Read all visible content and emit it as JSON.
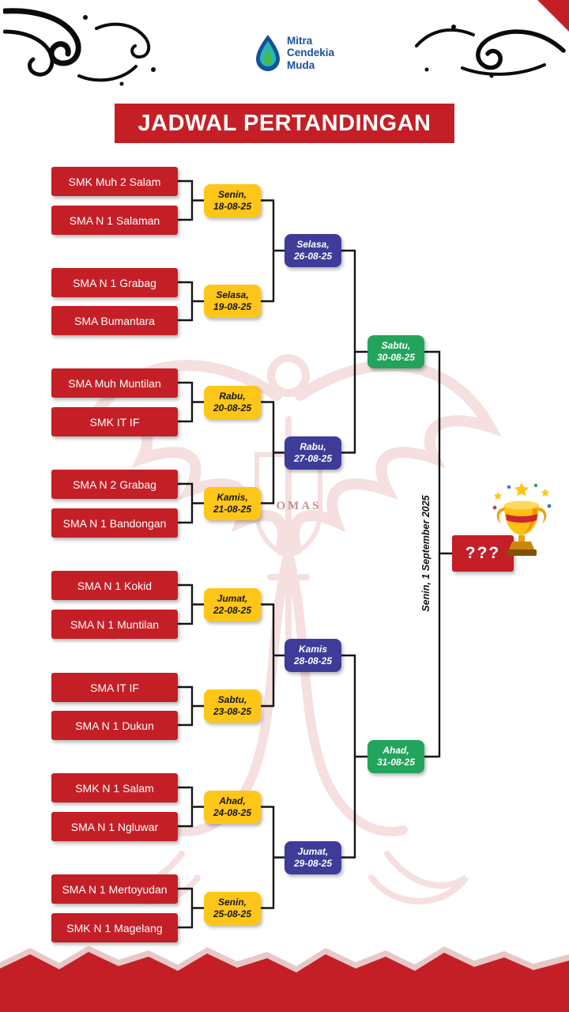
{
  "header": {
    "logo": {
      "line1": "Mitra",
      "line2": "Cendekia",
      "line3": "Muda"
    },
    "title": "JADWAL PERTANDINGAN"
  },
  "bracket": {
    "round1": [
      {
        "team1": "SMK Muh 2 Salam",
        "team2": "SMA N 1 Salaman",
        "day": "Senin,",
        "date": "18-08-25"
      },
      {
        "team1": "SMA N 1 Grabag",
        "team2": "SMA Bumantara",
        "day": "Selasa,",
        "date": "19-08-25"
      },
      {
        "team1": "SMA Muh Muntilan",
        "team2": "SMK IT IF",
        "day": "Rabu,",
        "date": "20-08-25"
      },
      {
        "team1": "SMA N 2 Grabag",
        "team2": "SMA N 1 Bandongan",
        "day": "Kamis,",
        "date": "21-08-25"
      },
      {
        "team1": "SMA N 1 Kokid",
        "team2": "SMA N 1 Muntilan",
        "day": "Jumat,",
        "date": "22-08-25"
      },
      {
        "team1": "SMA IT IF",
        "team2": "SMA N 1 Dukun",
        "day": "Sabtu,",
        "date": "23-08-25"
      },
      {
        "team1": "SMK N 1 Salam",
        "team2": "SMA N 1 Ngluwar",
        "day": "Ahad,",
        "date": "24-08-25"
      },
      {
        "team1": "SMA N 1 Mertoyudan",
        "team2": "SMK N 1 Magelang",
        "day": "Senin,",
        "date": "25-08-25"
      }
    ],
    "round2": [
      {
        "day": "Selasa,",
        "date": "26-08-25"
      },
      {
        "day": "Rabu,",
        "date": "27-08-25"
      },
      {
        "day": "Kamis",
        "date": "28-08-25"
      },
      {
        "day": "Jumat,",
        "date": "29-08-25"
      }
    ],
    "round3": [
      {
        "day": "Sabtu,",
        "date": "30-08-25"
      },
      {
        "day": "Ahad,",
        "date": "31-08-25"
      }
    ],
    "final": {
      "placeholder": "???",
      "date_text": "Senin, 1 September 2025"
    }
  },
  "watermark": {
    "emblem_text": "OMAS"
  },
  "colors": {
    "red": "#C41F26",
    "yellow": "#FFC61A",
    "blue": "#3D3C99",
    "green": "#22A45C"
  }
}
